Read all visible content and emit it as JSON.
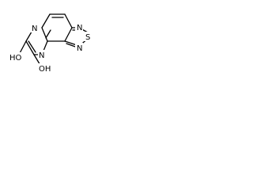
{
  "molecule": {
    "atoms": {
      "n_top_left": "N",
      "n_bottom_middle": "N",
      "n_thiadiazole_right": "N",
      "s_thiadiazole": "S",
      "n_thiadiazole_bottom": "N",
      "oh_left": "HO",
      "oh_right": "OH"
    }
  }
}
